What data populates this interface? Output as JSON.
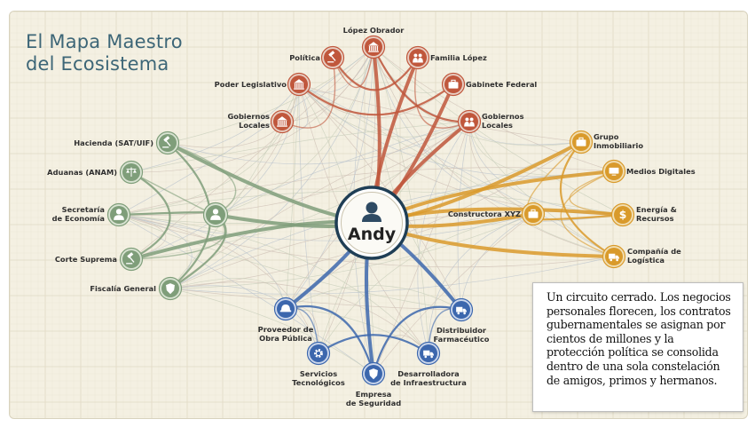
{
  "title_line1": "El Mapa Maestro",
  "title_line2": "del Ecosistema",
  "center": {
    "id": "andy",
    "label": "Andy",
    "icon": "person-icon"
  },
  "groups": [
    {
      "id": "politico",
      "color": "#c0573c",
      "ring": "#e8cfc4"
    },
    {
      "id": "estado",
      "color": "#7f9e7a",
      "ring": "#d9e3d2"
    },
    {
      "id": "negocios",
      "color": "#d99a2b",
      "ring": "#f1dfb4"
    },
    {
      "id": "contratistas",
      "color": "#3c67ad",
      "ring": "#cdd8ec"
    }
  ],
  "nodes": [
    {
      "id": "lopez-obrador",
      "group": "politico",
      "label": [
        "López Obrador"
      ],
      "icon": "capitol-icon"
    },
    {
      "id": "politica",
      "group": "politico",
      "label": [
        "Política"
      ],
      "icon": "gavel-icon"
    },
    {
      "id": "familia-lopez",
      "group": "politico",
      "label": [
        "Familia López"
      ],
      "icon": "family-icon"
    },
    {
      "id": "poder-legislativo",
      "group": "politico",
      "label": [
        "Poder Legislativo"
      ],
      "icon": "building-icon"
    },
    {
      "id": "gabinete-federal",
      "group": "politico",
      "label": [
        "Gabinete Federal"
      ],
      "icon": "briefcase-icon"
    },
    {
      "id": "gobiernos-locales-izq",
      "group": "politico",
      "label": [
        "Gobiernos",
        "Locales"
      ],
      "icon": "building-icon"
    },
    {
      "id": "gobiernos-locales-der",
      "group": "politico",
      "label": [
        "Gobiernos",
        "Locales"
      ],
      "icon": "people-icon"
    },
    {
      "id": "hacienda",
      "group": "estado",
      "label": [
        "Hacienda (SAT/UIF)"
      ],
      "icon": "gavel-icon"
    },
    {
      "id": "aduanas",
      "group": "estado",
      "label": [
        "Aduanas (ANAM)"
      ],
      "icon": "scale-icon"
    },
    {
      "id": "secretaria-economia",
      "group": "estado",
      "label": [
        "Secretaría",
        "de Economía"
      ],
      "icon": "person-icon"
    },
    {
      "id": "hub-estado",
      "group": "estado",
      "label": [],
      "icon": "person-icon"
    },
    {
      "id": "corte-suprema",
      "group": "estado",
      "label": [
        "Corte Suprema"
      ],
      "icon": "gavel-icon"
    },
    {
      "id": "fiscalia-general",
      "group": "estado",
      "label": [
        "Fiscalía General"
      ],
      "icon": "badge-icon"
    },
    {
      "id": "grupo-inmobiliario",
      "group": "negocios",
      "label": [
        "Grupo",
        "Inmobiliario"
      ],
      "icon": "briefcase-icon"
    },
    {
      "id": "medios-digitales",
      "group": "negocios",
      "label": [
        "Medios Digitales"
      ],
      "icon": "screen-icon"
    },
    {
      "id": "constructora-xyz",
      "group": "negocios",
      "label": [
        "Constructora XYZ"
      ],
      "icon": "briefcase-icon"
    },
    {
      "id": "energia-recursos",
      "group": "negocios",
      "label": [
        "Energía &",
        "Recursos"
      ],
      "icon": "dollar-icon"
    },
    {
      "id": "compania-logistica",
      "group": "negocios",
      "label": [
        "Compañía de",
        "Logística"
      ],
      "icon": "truck-icon"
    },
    {
      "id": "proveedor-obra",
      "group": "contratistas",
      "label": [
        "Proveedor de",
        "Obra Pública"
      ],
      "icon": "hardhat-icon"
    },
    {
      "id": "distribuidor-farma",
      "group": "contratistas",
      "label": [
        "Distribuidor",
        "Farmacéutico"
      ],
      "icon": "truck-icon"
    },
    {
      "id": "servicios-tecno",
      "group": "contratistas",
      "label": [
        "Servicios",
        "Tecnológicos"
      ],
      "icon": "gear-icon"
    },
    {
      "id": "empresa-seguridad",
      "group": "contratistas",
      "label": [
        "Empresa",
        "de Seguridad"
      ],
      "icon": "shield-icon"
    },
    {
      "id": "desarrolladora-infra",
      "group": "contratistas",
      "label": [
        "Desarrolladora",
        "de Infraestructura"
      ],
      "icon": "truck-icon"
    }
  ],
  "strong_links": [
    [
      "andy",
      "familia-lopez"
    ],
    [
      "andy",
      "lopez-obrador"
    ],
    [
      "andy",
      "gobiernos-locales-der"
    ],
    [
      "andy",
      "gabinete-federal"
    ],
    [
      "andy",
      "hub-estado"
    ],
    [
      "andy",
      "corte-suprema"
    ],
    [
      "andy",
      "hacienda"
    ],
    [
      "andy",
      "grupo-inmobiliario"
    ],
    [
      "andy",
      "medios-digitales"
    ],
    [
      "andy",
      "constructora-xyz"
    ],
    [
      "andy",
      "energia-recursos"
    ],
    [
      "andy",
      "compania-logistica"
    ],
    [
      "andy",
      "proveedor-obra"
    ],
    [
      "andy",
      "empresa-seguridad"
    ],
    [
      "andy",
      "distribuidor-farma"
    ],
    [
      "politica",
      "familia-lopez"
    ],
    [
      "lopez-obrador",
      "gobiernos-locales-der"
    ],
    [
      "poder-legislativo",
      "gabinete-federal"
    ],
    [
      "hacienda",
      "fiscalia-general"
    ],
    [
      "aduanas",
      "corte-suprema"
    ],
    [
      "secretaria-economia",
      "hub-estado"
    ],
    [
      "hub-estado",
      "fiscalia-general"
    ],
    [
      "grupo-inmobiliario",
      "compania-logistica"
    ],
    [
      "constructora-xyz",
      "energia-recursos"
    ],
    [
      "proveedor-obra",
      "empresa-seguridad"
    ],
    [
      "servicios-tecno",
      "desarrolladora-infra"
    ],
    [
      "empresa-seguridad",
      "distribuidor-farma"
    ]
  ],
  "quote": "Un circuito cerrado. Los negocios personales florecen, los contratos gubernamentales se asignan por cientos de millones y la protección política se consolida dentro de una sola constelación de amigos, primos y hermanos."
}
